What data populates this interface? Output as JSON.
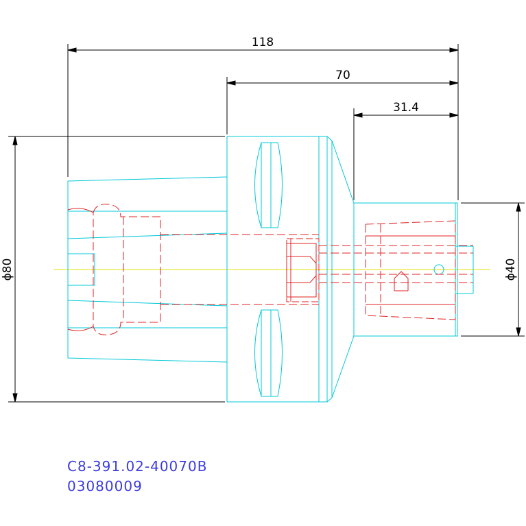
{
  "dimensions": {
    "overall_length": "118",
    "shank_to_end": "70",
    "nose_length": "31.4",
    "body_diameter": "ϕ80",
    "nose_diameter": "ϕ40"
  },
  "part": {
    "number": "C8-391.02-40070B",
    "code": "03080009"
  },
  "colors": {
    "outline": "#00c8d8",
    "hidden": "#e02020",
    "centerline": "#e8e000",
    "dimension": "#000000",
    "label": "#3a3ae0"
  }
}
